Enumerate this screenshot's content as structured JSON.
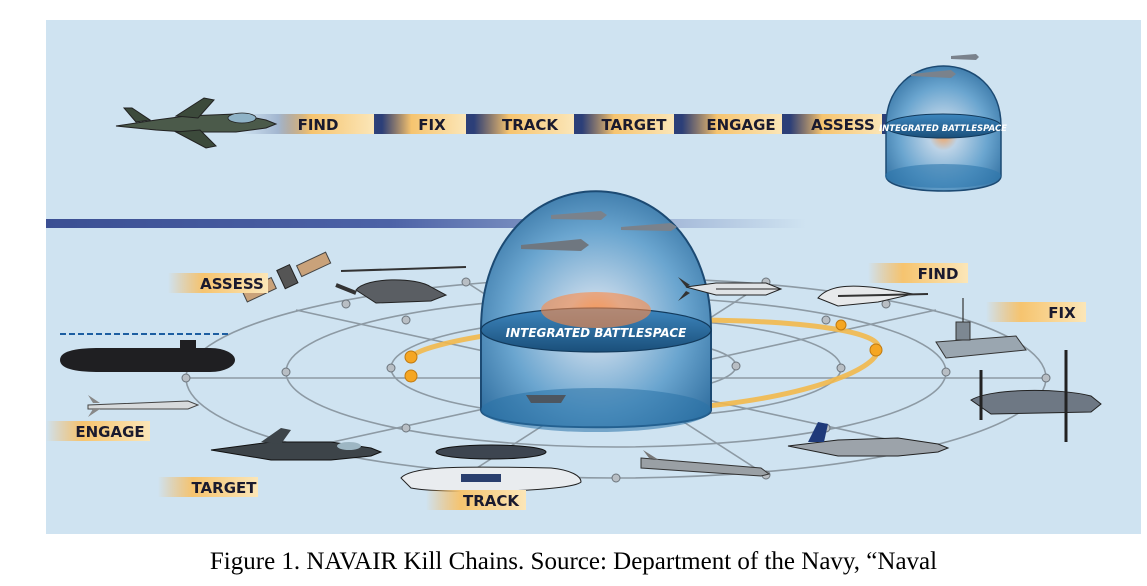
{
  "top_chain": [
    "FIND",
    "FIX",
    "TRACK",
    "TARGET",
    "ENGAGE",
    "ASSESS"
  ],
  "small_dome_label": "INTEGRATED BATTLESPACE",
  "big_dome_label": "INTEGRATED BATTLESPACE",
  "ring_labels": {
    "find": "FIND",
    "fix": "FIX",
    "track": "TRACK",
    "target": "TARGET",
    "engage": "ENGAGE",
    "assess": "ASSESS"
  },
  "caption": "Figure 1.  NAVAIR Kill Chains. Source: Department of the Navy, “Naval",
  "colors": {
    "background": "#cfe3f1",
    "chain_band": "#2c3f78",
    "label_gradient": "#f3b55a",
    "ring_highlight": "#f2b84b",
    "dome": "#3d8fc4"
  },
  "icons": [
    "fighter-jet-icon",
    "helicopter-icon",
    "satellite-icon",
    "submarine-icon",
    "missile-icon",
    "drone-icon",
    "aircraft-carrier-icon",
    "tiltrotor-icon",
    "awacs-aircraft-icon"
  ]
}
